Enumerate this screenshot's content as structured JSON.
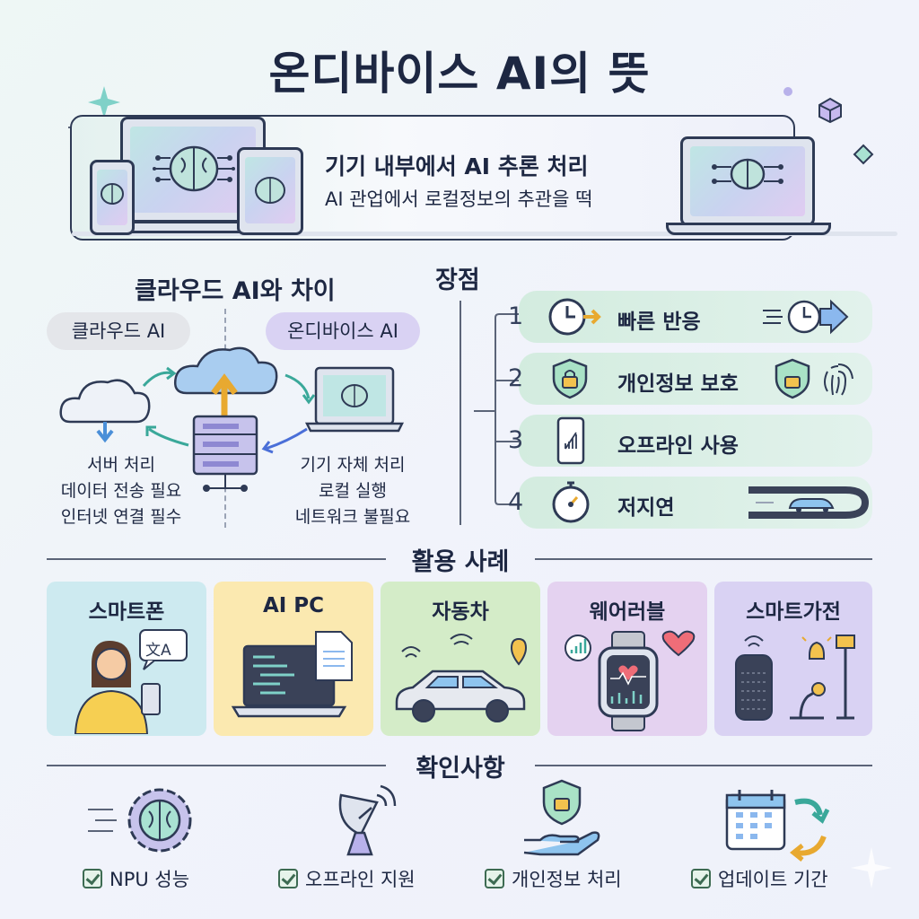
{
  "title": "온디바이스 AI의 뜻",
  "hero": {
    "headline": "기기 내부에서 AI 추론 처리",
    "subline": "AI 관업에서 로컬정보의 추관을 떡"
  },
  "comparison": {
    "heading": "클라우드 AI와 차이",
    "cloud_label": "클라우드 AI",
    "ondevice_label": "온디바이스 AI",
    "cloud_notes": [
      "서버 처리",
      "데이터 전송 필요",
      "인터넷 연결 필수"
    ],
    "device_notes": [
      "기기 자체 처리",
      "로컬 실행",
      "네트워크 불필요"
    ]
  },
  "advantages": {
    "heading": "장점",
    "items": [
      {
        "num": "1",
        "label": "빠른 반응",
        "icon": "clock-arrow-icon"
      },
      {
        "num": "2",
        "label": "개인정보 보호",
        "icon": "shield-lock-icon"
      },
      {
        "num": "3",
        "label": "오프라인 사용",
        "icon": "phone-no-signal-icon"
      },
      {
        "num": "4",
        "label": "저지연",
        "icon": "stopwatch-icon"
      }
    ]
  },
  "use_cases": {
    "heading": "활용 사례",
    "cards": [
      {
        "title": "스마트폰",
        "color": "#cdeaf0"
      },
      {
        "title": "AI PC",
        "color": "#fbe9b0"
      },
      {
        "title": "자동차",
        "color": "#d4ecc8"
      },
      {
        "title": "웨어러블",
        "color": "#e4d2f0"
      },
      {
        "title": "스마트가전",
        "color": "#d9d2f3"
      }
    ],
    "translate_glyphs": "文A"
  },
  "checklist": {
    "heading": "확인사항",
    "items": [
      "NPU 성능",
      "오프라인 지원",
      "개인정보 처리",
      "업데이트 기간"
    ]
  }
}
